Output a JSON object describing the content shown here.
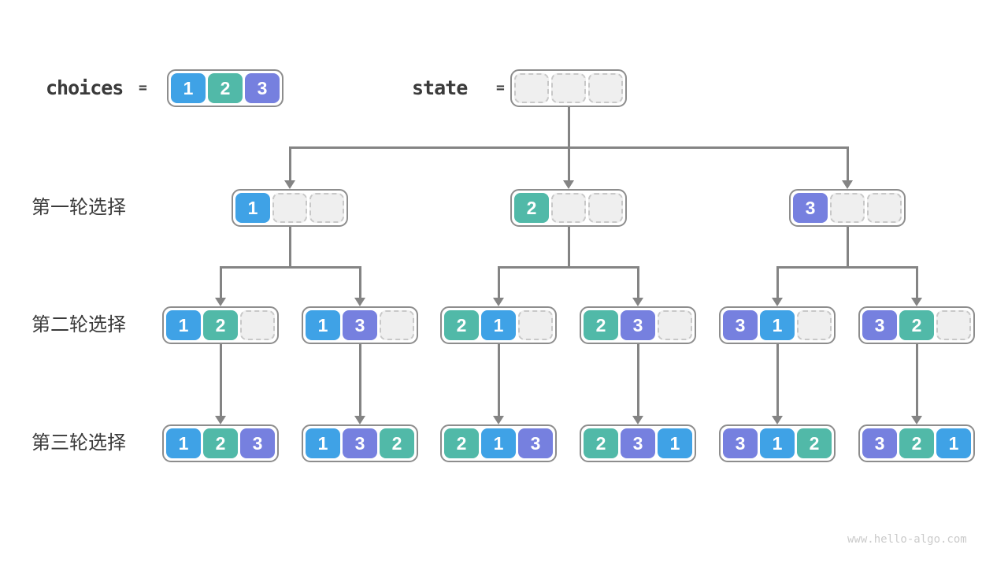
{
  "palette": {
    "cell1": "#3fa2e6",
    "cell2": "#51b9a8",
    "cell3": "#7680df",
    "line": "#848484",
    "border": "#8d8d8d",
    "empty_bg": "#efefef",
    "empty_border": "#c8c8c8",
    "text": "#3a3a3a",
    "watermark_color": "#cbcbcb"
  },
  "header": {
    "choices_label": "choices",
    "choices_eq": "=",
    "choices_cells": [
      "1",
      "2",
      "3"
    ],
    "state_label": "state",
    "state_eq": "=",
    "state_cells": [
      "",
      "",
      ""
    ]
  },
  "rounds": [
    {
      "label": "第一轮选择",
      "nodes": [
        [
          "1",
          "",
          ""
        ],
        [
          "2",
          "",
          ""
        ],
        [
          "3",
          "",
          ""
        ]
      ]
    },
    {
      "label": "第二轮选择",
      "nodes": [
        [
          "1",
          "2",
          ""
        ],
        [
          "1",
          "3",
          ""
        ],
        [
          "2",
          "1",
          ""
        ],
        [
          "2",
          "3",
          ""
        ],
        [
          "3",
          "1",
          ""
        ],
        [
          "3",
          "2",
          ""
        ]
      ]
    },
    {
      "label": "第三轮选择",
      "nodes": [
        [
          "1",
          "2",
          "3"
        ],
        [
          "1",
          "3",
          "2"
        ],
        [
          "2",
          "1",
          "3"
        ],
        [
          "2",
          "3",
          "1"
        ],
        [
          "3",
          "1",
          "2"
        ],
        [
          "3",
          "2",
          "1"
        ]
      ]
    }
  ],
  "watermark": "www.hello-algo.com"
}
